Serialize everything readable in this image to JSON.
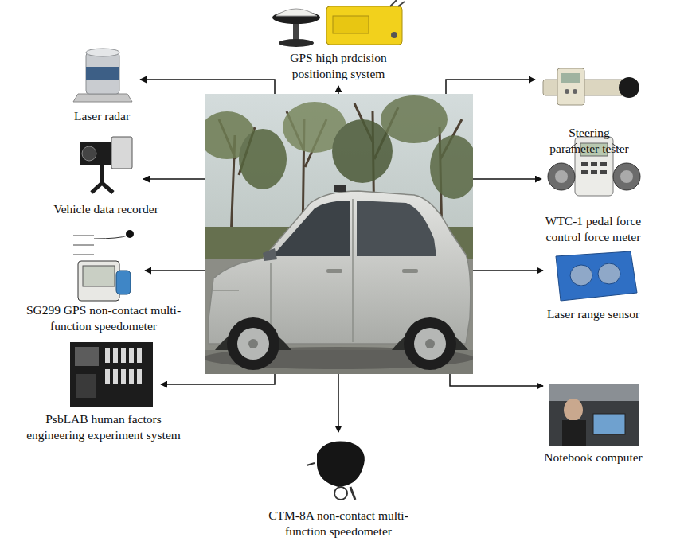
{
  "diagram": {
    "nodes": [
      {
        "text": [
          "GPS high prdcision positioning system"
        ]
      },
      {
        "text": [
          "Laser radar"
        ]
      },
      {
        "text": [
          "Steering parameter tester"
        ]
      },
      {
        "text": [
          "Vehicle data recorder"
        ]
      },
      {
        "text": [
          "WTC-1 pedal force control force meter"
        ]
      },
      {
        "text": [
          "SG299 GPS non-contact multi-function speedometer"
        ]
      },
      {
        "text": [
          "Laser range sensor"
        ]
      },
      {
        "text": [
          "PsbLAB human factors engineering experiment system"
        ]
      },
      {
        "text": [
          "Notebook computer"
        ]
      },
      {
        "text": [
          "CTM-8A non-contact multi-function speedometer"
        ]
      }
    ]
  }
}
